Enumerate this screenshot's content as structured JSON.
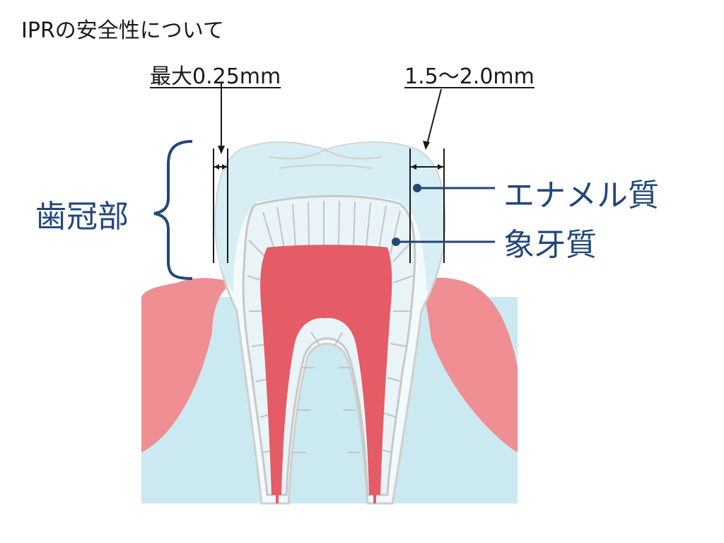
{
  "title": "IPRの安全性について",
  "measurements": {
    "left": "最大0.25mm",
    "right": "1.5〜2.0mm"
  },
  "labels": {
    "crown": "歯冠部",
    "enamel": "エナメル質",
    "dentin": "象牙質"
  },
  "colors": {
    "label_blue": "#22477a",
    "gum_pink": "#ef8e93",
    "pulp_red": "#e55b66",
    "enamel_blue": "#d6eef4",
    "bone_blue": "#cbe9f0",
    "tooth_white": "#ffffff"
  }
}
